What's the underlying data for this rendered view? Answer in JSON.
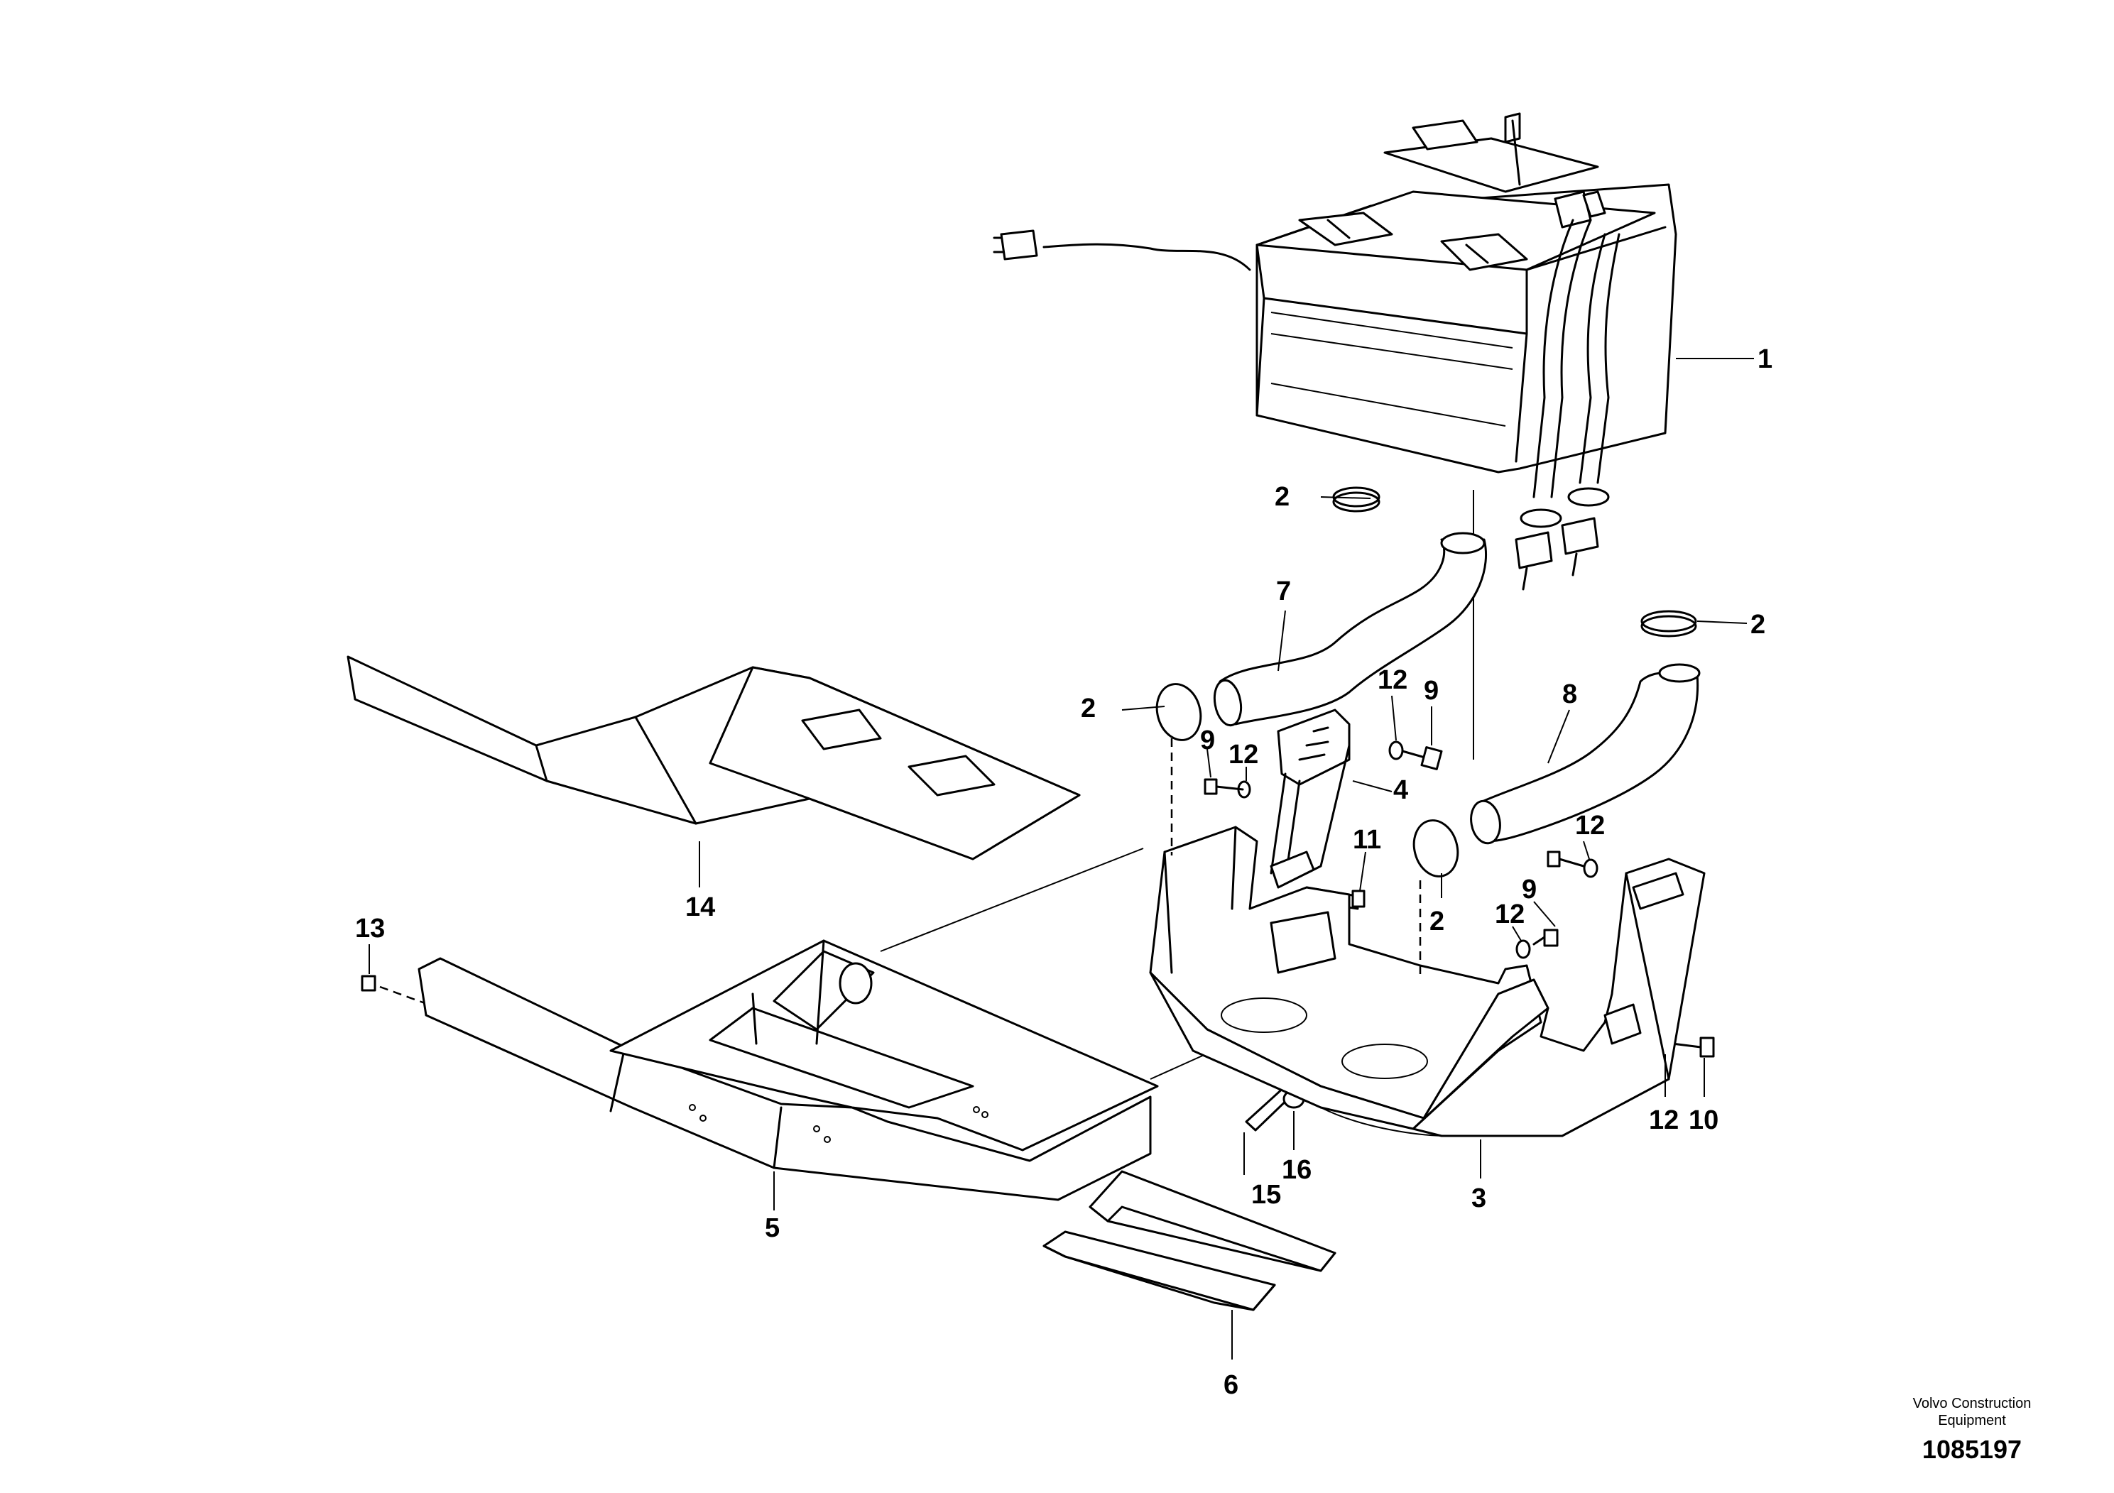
{
  "callouts": [
    {
      "id": "c1",
      "text": "1"
    },
    {
      "id": "c2a",
      "text": "2"
    },
    {
      "id": "c2b",
      "text": "2"
    },
    {
      "id": "c2c",
      "text": "2"
    },
    {
      "id": "c2d",
      "text": "2"
    },
    {
      "id": "c3",
      "text": "3"
    },
    {
      "id": "c4",
      "text": "4"
    },
    {
      "id": "c5",
      "text": "5"
    },
    {
      "id": "c6",
      "text": "6"
    },
    {
      "id": "c7",
      "text": "7"
    },
    {
      "id": "c8",
      "text": "8"
    },
    {
      "id": "c9a",
      "text": "9"
    },
    {
      "id": "c9b",
      "text": "9"
    },
    {
      "id": "c9c",
      "text": "9"
    },
    {
      "id": "c10",
      "text": "10"
    },
    {
      "id": "c11",
      "text": "11"
    },
    {
      "id": "c12a",
      "text": "12"
    },
    {
      "id": "c12b",
      "text": "12"
    },
    {
      "id": "c12c",
      "text": "12"
    },
    {
      "id": "c12d",
      "text": "12"
    },
    {
      "id": "c12e",
      "text": "12"
    },
    {
      "id": "c13",
      "text": "13"
    },
    {
      "id": "c14",
      "text": "14"
    },
    {
      "id": "c15",
      "text": "15"
    },
    {
      "id": "c16",
      "text": "16"
    }
  ],
  "footer": {
    "company_line1": "Volvo Construction",
    "company_line2": "Equipment",
    "reference_number": "1085197"
  }
}
